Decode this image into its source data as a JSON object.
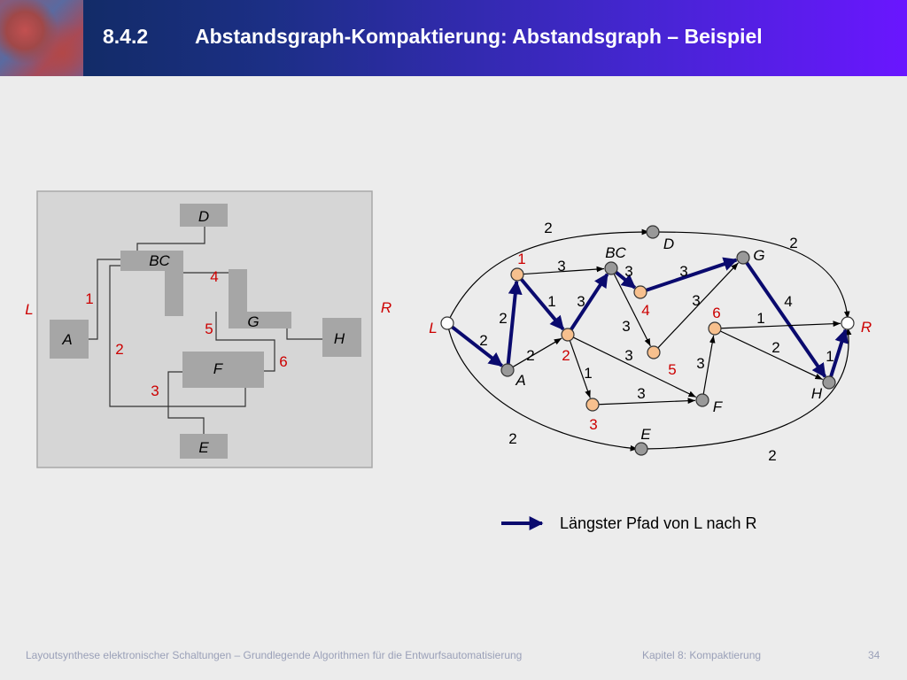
{
  "header": {
    "section": "8.4.2",
    "title": "Abstandsgraph-Kompaktierung: Abstandsgraph – Beispiel"
  },
  "layout": {
    "cells": [
      {
        "id": "D",
        "label": "D"
      },
      {
        "id": "BC",
        "label": "BC"
      },
      {
        "id": "G",
        "label": "G"
      },
      {
        "id": "A",
        "label": "A"
      },
      {
        "id": "H",
        "label": "H"
      },
      {
        "id": "F",
        "label": "F"
      },
      {
        "id": "E",
        "label": "E"
      }
    ],
    "side_labels": {
      "left": "L",
      "right": "R"
    },
    "numbers": [
      "1",
      "2",
      "3",
      "4",
      "5",
      "6"
    ]
  },
  "graph": {
    "nodes": [
      {
        "id": "L",
        "label": "L",
        "kind": "terminal"
      },
      {
        "id": "R",
        "label": "R",
        "kind": "terminal"
      },
      {
        "id": "A",
        "label": "A",
        "kind": "cell"
      },
      {
        "id": "BC",
        "label": "BC",
        "kind": "cell"
      },
      {
        "id": "D",
        "label": "D",
        "kind": "cell"
      },
      {
        "id": "G",
        "label": "G",
        "kind": "cell"
      },
      {
        "id": "H",
        "label": "H",
        "kind": "cell"
      },
      {
        "id": "F",
        "label": "F",
        "kind": "cell"
      },
      {
        "id": "E",
        "label": "E",
        "kind": "cell"
      },
      {
        "id": "n1",
        "label": "1",
        "kind": "wire"
      },
      {
        "id": "n2",
        "label": "2",
        "kind": "wire"
      },
      {
        "id": "n3",
        "label": "3",
        "kind": "wire"
      },
      {
        "id": "n4",
        "label": "4",
        "kind": "wire"
      },
      {
        "id": "n5",
        "label": "5",
        "kind": "wire"
      },
      {
        "id": "n6",
        "label": "6",
        "kind": "wire"
      }
    ],
    "edges": [
      {
        "from": "L",
        "to": "D",
        "w": "2",
        "path": false
      },
      {
        "from": "D",
        "to": "R",
        "w": "2",
        "path": false
      },
      {
        "from": "L",
        "to": "E",
        "w": "2",
        "path": false
      },
      {
        "from": "E",
        "to": "R",
        "w": "2",
        "path": false
      },
      {
        "from": "L",
        "to": "A",
        "w": "2",
        "path": true
      },
      {
        "from": "A",
        "to": "n1",
        "w": "2",
        "path": true
      },
      {
        "from": "A",
        "to": "n2",
        "w": "2",
        "path": false
      },
      {
        "from": "n1",
        "to": "BC",
        "w": "3",
        "path": false
      },
      {
        "from": "n1",
        "to": "n2",
        "w": "1",
        "path": true
      },
      {
        "from": "n2",
        "to": "BC",
        "w": "3",
        "path": true
      },
      {
        "from": "BC",
        "to": "n4",
        "w": "3",
        "path": true
      },
      {
        "from": "BC",
        "to": "n5",
        "w": "3",
        "path": false
      },
      {
        "from": "n2",
        "to": "n3",
        "w": "1",
        "path": false
      },
      {
        "from": "n2",
        "to": "F",
        "w": "3",
        "path": false
      },
      {
        "from": "n3",
        "to": "F",
        "w": "3",
        "path": false
      },
      {
        "from": "n4",
        "to": "G",
        "w": "3",
        "path": true
      },
      {
        "from": "n5",
        "to": "G",
        "w": "3",
        "path": false
      },
      {
        "from": "G",
        "to": "H",
        "w": "4",
        "path": true
      },
      {
        "from": "n6",
        "to": "R",
        "w": "1",
        "path": false
      },
      {
        "from": "n6",
        "to": "H",
        "w": "2",
        "path": false
      },
      {
        "from": "F",
        "to": "n6",
        "w": "3",
        "path": false
      },
      {
        "from": "H",
        "to": "R",
        "w": "1",
        "path": true
      }
    ]
  },
  "legend": {
    "label": "Längster Pfad von L nach R"
  },
  "footer": {
    "left": "Layoutsynthese elektronischer Schaltungen – Grundlegende Algorithmen für die Entwurfsautomatisierung",
    "chapter": "Kapitel 8: Kompaktierung",
    "page": "34"
  },
  "colors": {
    "path": "#0a0a6e",
    "red": "#cc0000",
    "cell_node": "#999999",
    "wire_node": "#f7c08e",
    "terminal_node": "#ffffff",
    "cell_fill": "#a6a6a6",
    "panel": "#d6d6d6"
  }
}
